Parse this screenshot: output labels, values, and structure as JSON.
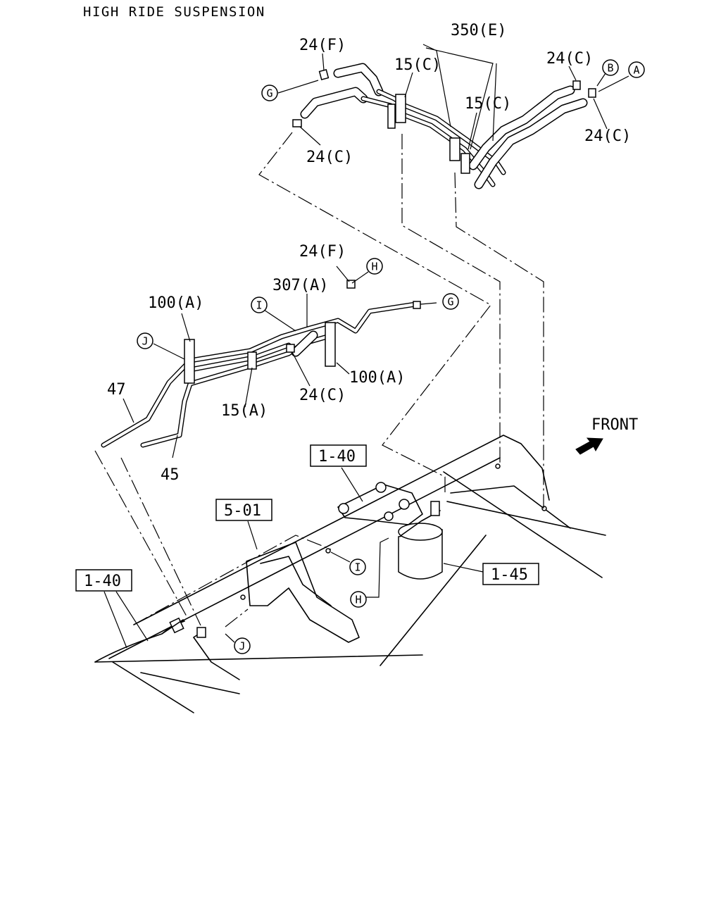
{
  "title": "HIGH RIDE SUSPENSION",
  "front_label": "FRONT",
  "part_labels": {
    "p24f_top": "24(F)",
    "p350e": "350(E)",
    "p15c_a": "15(C)",
    "p15c_b": "15(C)",
    "p24c_top_right": "24(C)",
    "p24c_right": "24(C)",
    "p24c_left": "24(C)",
    "p24f_mid": "24(F)",
    "p307a": "307(A)",
    "p100a_left": "100(A)",
    "p100a_right": "100(A)",
    "p24c_mid": "24(C)",
    "p15a": "15(A)",
    "p47": "47",
    "p45": "45"
  },
  "ref_boxes": {
    "ref_1_40_a": "1-40",
    "ref_5_01": "5-01",
    "ref_1_40_b": "1-40",
    "ref_1_45": "1-45"
  },
  "connectors": {
    "A": "A",
    "B": "B",
    "G_top": "G",
    "G_mid": "G",
    "H_top": "H",
    "H_bottom": "H",
    "I_top": "I",
    "I_bottom": "I",
    "J_top": "J",
    "J_bottom": "J"
  }
}
